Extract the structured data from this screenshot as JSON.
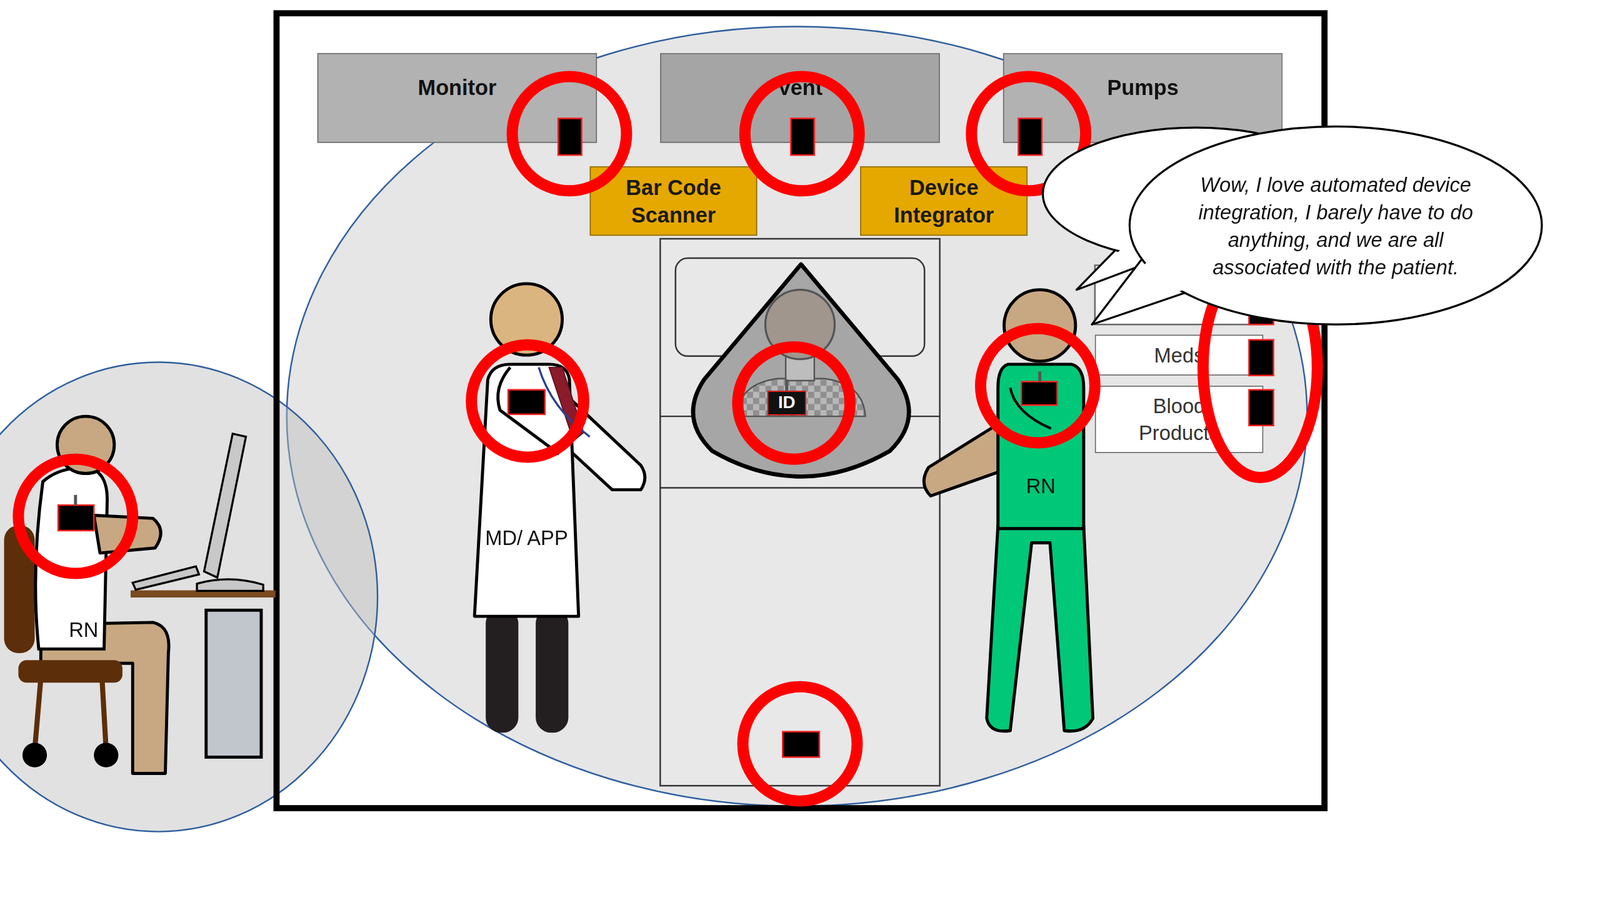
{
  "diagram": {
    "nodes": [
      {
        "text": [
          "Monitor"
        ]
      },
      {
        "text": [
          "Vent"
        ]
      },
      {
        "text": [
          "Pumps"
        ]
      },
      {
        "text": [
          "Wow, I love automated device integration, I barely have to do anything, and we are all associated with the patient."
        ]
      },
      {
        "text": [
          "Bar Code Scanner"
        ]
      },
      {
        "text": [
          "Device Integrator"
        ]
      },
      {
        "text": [
          "Meds"
        ]
      },
      {
        "text": [
          "Blood Products"
        ]
      },
      {
        "text": [
          "ID"
        ]
      }
    ],
    "labels": [
      "MD/ APP",
      "RN",
      "RN"
    ]
  }
}
